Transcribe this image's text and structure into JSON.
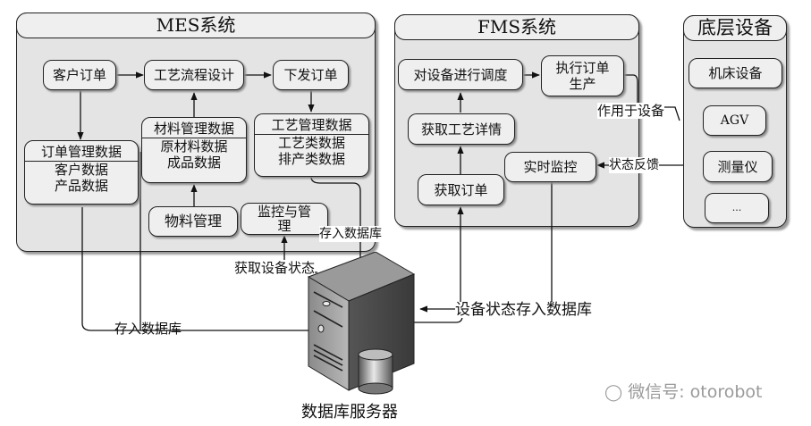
{
  "panels": {
    "mes": {
      "title": "MES系统"
    },
    "fms": {
      "title": "FMS系统"
    },
    "devices": {
      "title": "底层设备"
    }
  },
  "mes_nodes": {
    "customer_order": "客户订单",
    "process_design": "工艺流程设计",
    "issue_order": "下发订单",
    "order_data": {
      "header": "订单管理数据",
      "lines": [
        "客户数据",
        "产品数据"
      ]
    },
    "material_data": {
      "header": "材料管理数据",
      "lines": [
        "原材料数据",
        "成品数据"
      ]
    },
    "process_data": {
      "header": "工艺管理数据",
      "lines": [
        "工艺类数据",
        "排产类数据"
      ]
    },
    "material_mgmt": "物料管理",
    "monitor_mgmt": [
      "监控与管",
      "理"
    ]
  },
  "fms_nodes": {
    "schedule": "对设备进行调度",
    "execute": [
      "执行订单",
      "生产"
    ],
    "get_process": "获取工艺详情",
    "realtime_monitor": "实时监控",
    "get_order": "获取订单"
  },
  "device_nodes": [
    "机床设备",
    "AGV",
    "测量仪",
    "..."
  ],
  "edge_labels": {
    "apply_to_device": "作用于设备",
    "status_feedback": "状态反馈",
    "store_db_top": "存入数据库",
    "get_device_status": "获取设备状态",
    "store_db_bottom": "存入数据库",
    "device_status_store": "设备状态存入数据库"
  },
  "server": {
    "label": "数据库服务器"
  },
  "watermark": {
    "text": "微信号: otorobot"
  }
}
